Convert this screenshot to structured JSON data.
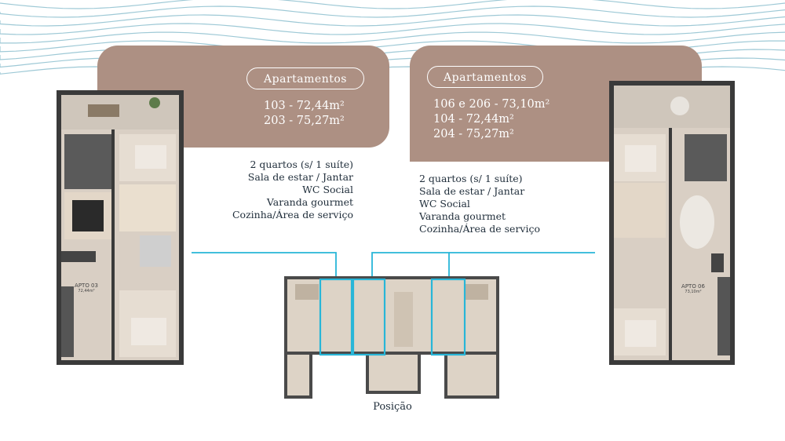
{
  "card_left": {
    "pill": "Apartamentos",
    "units": [
      "103 - 72,44m²",
      "203 - 75,27m²"
    ]
  },
  "card_right": {
    "pill": "Apartamentos",
    "units": [
      "106 e 206 - 73,10m²",
      "104 - 72,44m²",
      "204 - 75,27m²"
    ]
  },
  "features_left": [
    "2 quartos (s/ 1 suíte)",
    "Sala de estar / Jantar",
    "WC Social",
    "Varanda gourmet",
    "Cozinha/Área de serviço"
  ],
  "features_right": [
    "2 quartos (s/ 1 suíte)",
    "Sala de estar / Jantar",
    "WC Social",
    "Varanda gourmet",
    "Cozinha/Área de serviço"
  ],
  "plan_left": {
    "name": "APTO 03",
    "area": "72,44m²"
  },
  "plan_right": {
    "name": "APTO 06",
    "area": "73,10m²"
  },
  "position_label": "Posição",
  "colors": {
    "card": "#ad9083",
    "wave": "#9ec9d6",
    "highlight": "#28b6d8",
    "text": "#1f2d3a"
  }
}
